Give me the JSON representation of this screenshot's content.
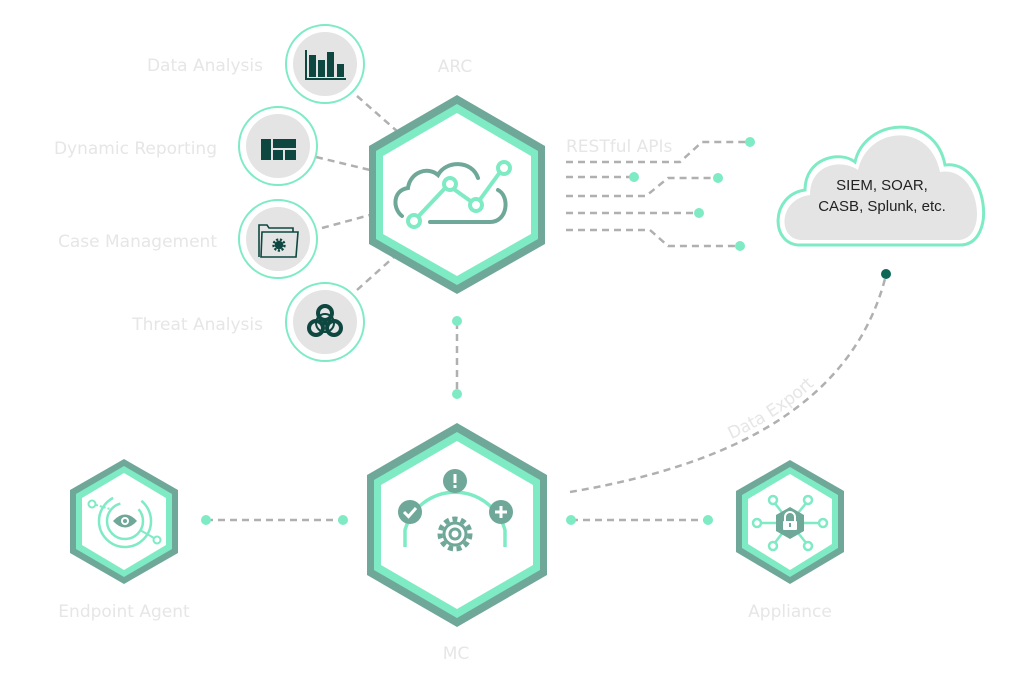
{
  "colors": {
    "hex_outer": "#6fa898",
    "hex_inner": "#7eebc4",
    "icon_dark": "#0e4740",
    "icon_mid": "#6fa898",
    "accent_light": "#7eebc4",
    "dot_dark": "#0d6656",
    "connector": "#b0b0b0",
    "label": "#e6e6e6",
    "circle_fill": "#e4e4e4",
    "cloud_fill": "#e4e4e4"
  },
  "nodes": {
    "arc": {
      "label": "ARC",
      "icon": "cloud-analytics-icon"
    },
    "mc": {
      "label": "MC",
      "icon": "gear-status-icon"
    },
    "endpoint": {
      "label": "Endpoint Agent",
      "icon": "eye-radar-icon"
    },
    "appliance": {
      "label": "Appliance",
      "icon": "lock-network-icon"
    }
  },
  "features": [
    {
      "label": "Data Analysis",
      "icon": "bar-chart-icon"
    },
    {
      "label": "Dynamic Reporting",
      "icon": "dashboard-layout-icon"
    },
    {
      "label": "Case Management",
      "icon": "folder-gear-icon"
    },
    {
      "label": "Threat Analysis",
      "icon": "biohazard-icon"
    }
  ],
  "integrations": {
    "label": "RESTful APIs",
    "cloud_lines": [
      "SIEM, SOAR,",
      "CASB, Splunk, etc."
    ]
  },
  "export": {
    "label": "Data Export"
  }
}
